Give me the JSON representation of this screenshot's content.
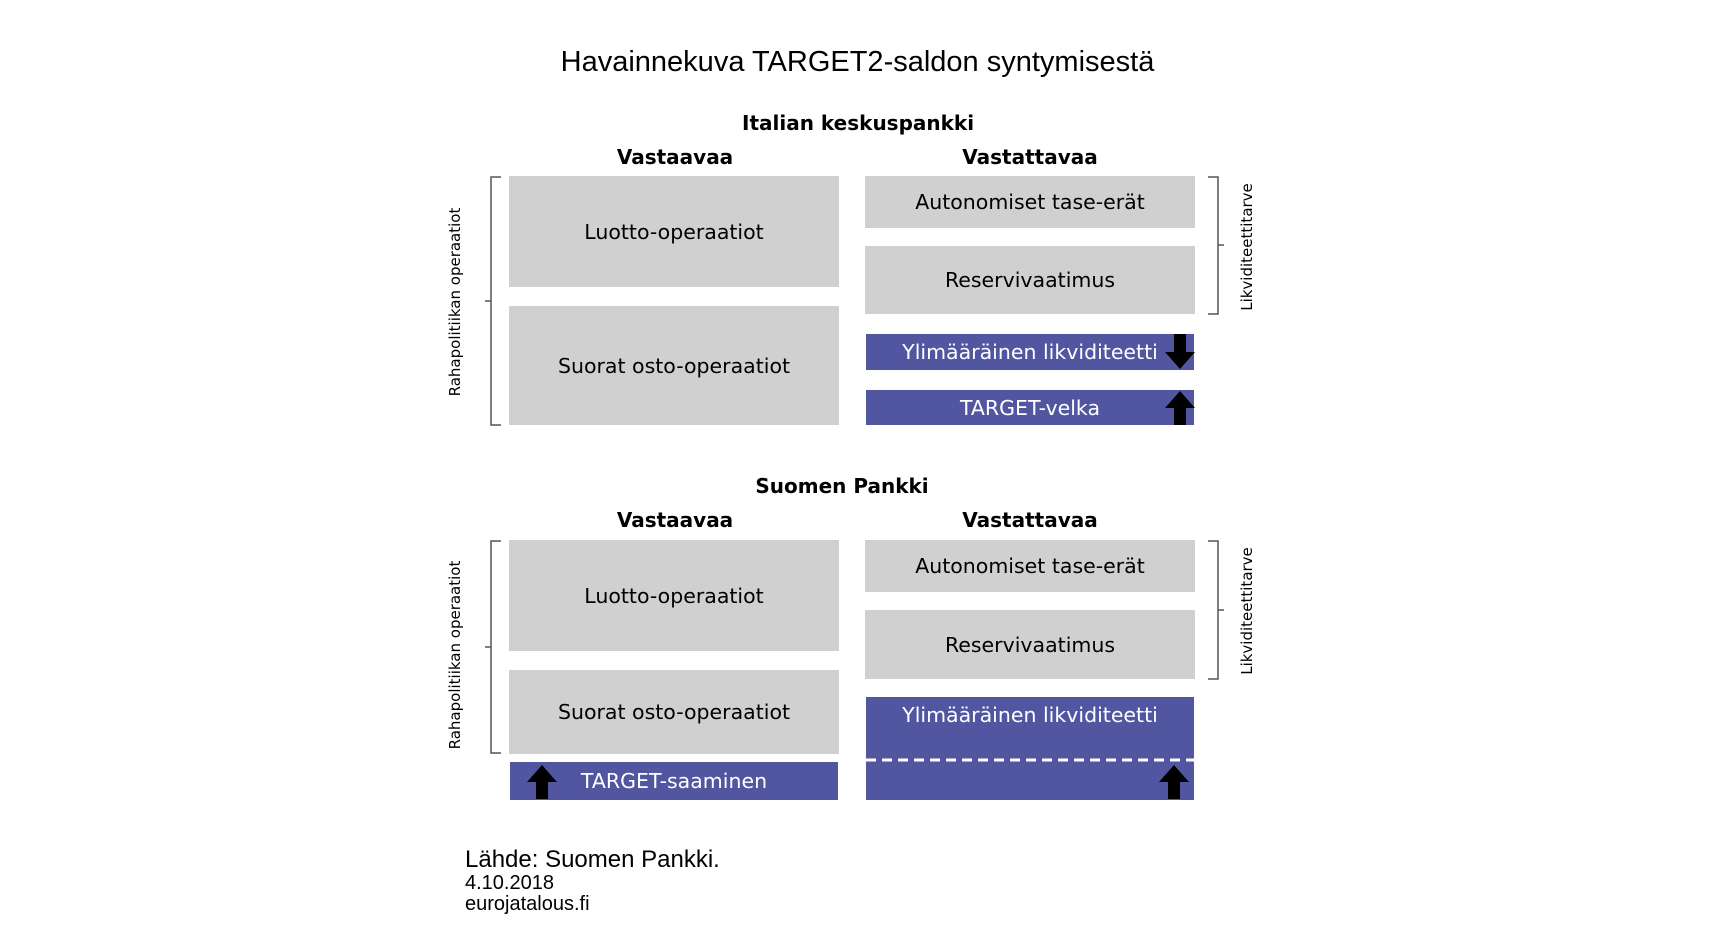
{
  "title": "Havainnekuva TARGET2-saldon syntymisestä",
  "italy": {
    "bank_name": "Italian keskuspankki",
    "assets_header": "Vastaavaa",
    "liabilities_header": "Vastattavaa",
    "assets": [
      "Luotto-operaatiot",
      "Suorat osto-operaatiot"
    ],
    "liabilities": [
      "Autonomiset tase-erät",
      "Reservivaatimus",
      "Ylimääräinen likviditeetti",
      "TARGET-velka"
    ],
    "left_brace_label": "Rahapolitiikan operaatiot",
    "right_brace_label": "Likviditeettitarve"
  },
  "finland": {
    "bank_name": "Suomen Pankki",
    "assets_header": "Vastaavaa",
    "liabilities_header": "Vastattavaa",
    "assets": [
      "Luotto-operaatiot",
      "Suorat osto-operaatiot",
      "TARGET-saaminen"
    ],
    "liabilities": [
      "Autonomiset tase-erät",
      "Reservivaatimus",
      "Ylimääräinen likviditeetti"
    ],
    "left_brace_label": "Rahapolitiikan operaatiot",
    "right_brace_label": "Likviditeettitarve"
  },
  "source": {
    "line1": "Lähde: Suomen Pankki.",
    "line2": "4.10.2018",
    "line3": "eurojatalous.fi"
  },
  "colors": {
    "grey_box": "#d1d0d0",
    "blue_box": "#5256a1",
    "arrow": "#000000"
  },
  "icons": [
    "arrow-down-icon",
    "arrow-up-icon"
  ]
}
